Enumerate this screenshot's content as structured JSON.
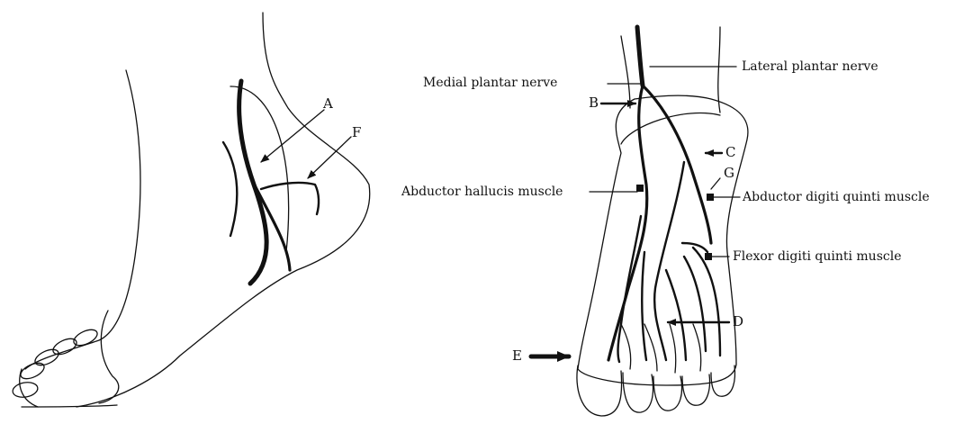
{
  "labels": {
    "A": "A",
    "B": "B",
    "C": "C",
    "D": "D",
    "E": "E",
    "F": "F",
    "G": "G",
    "medial_plantar_nerve": "Medial plantar nerve",
    "lateral_plantar_nerve": "Lateral plantar nerve",
    "abductor_hallucis_muscle": "Abductor hallucis muscle",
    "abductor_digiti_quinti_muscle": "Abductor digiti quinti muscle",
    "flexor_digiti_quinti_muscle": "Flexor digiti quinti muscle"
  },
  "colors": {
    "ink": "#111111",
    "background": "#ffffff"
  }
}
